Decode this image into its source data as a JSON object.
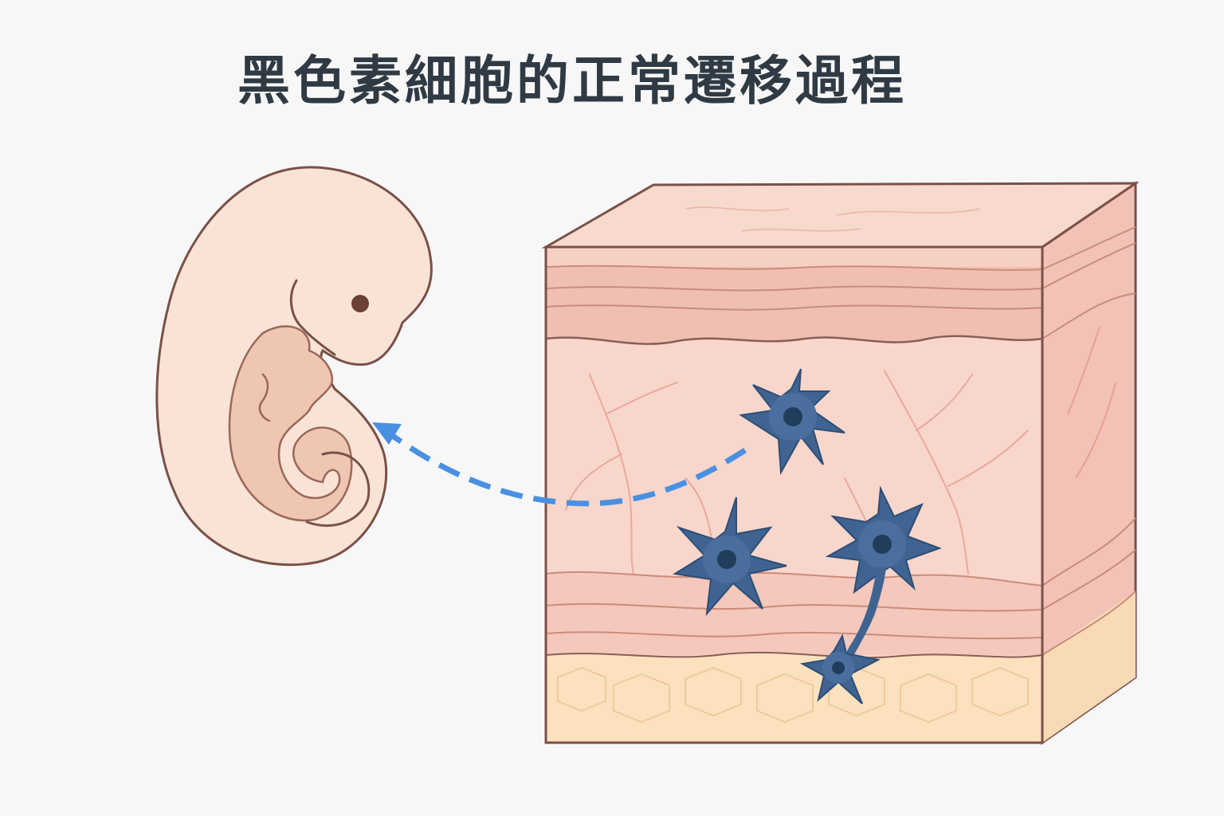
{
  "title": "黑色素細胞的正常遷移過程",
  "colors": {
    "outline": "#7a5048",
    "embryo_fill": "#f9e3d6",
    "skin_top": "#f6d3c6",
    "epidermis": "#efbcae",
    "dermis": "#f8d8cf",
    "fat": "#fbe2bf",
    "melanocyte": "#3f6491",
    "melanocyte_nucleus": "#223c5c",
    "arrow": "#4a90e2",
    "title": "#2f3a44"
  },
  "icons": [
    "embryo-illustration",
    "skin-cross-section",
    "melanocyte-cell",
    "migration-arrow"
  ]
}
